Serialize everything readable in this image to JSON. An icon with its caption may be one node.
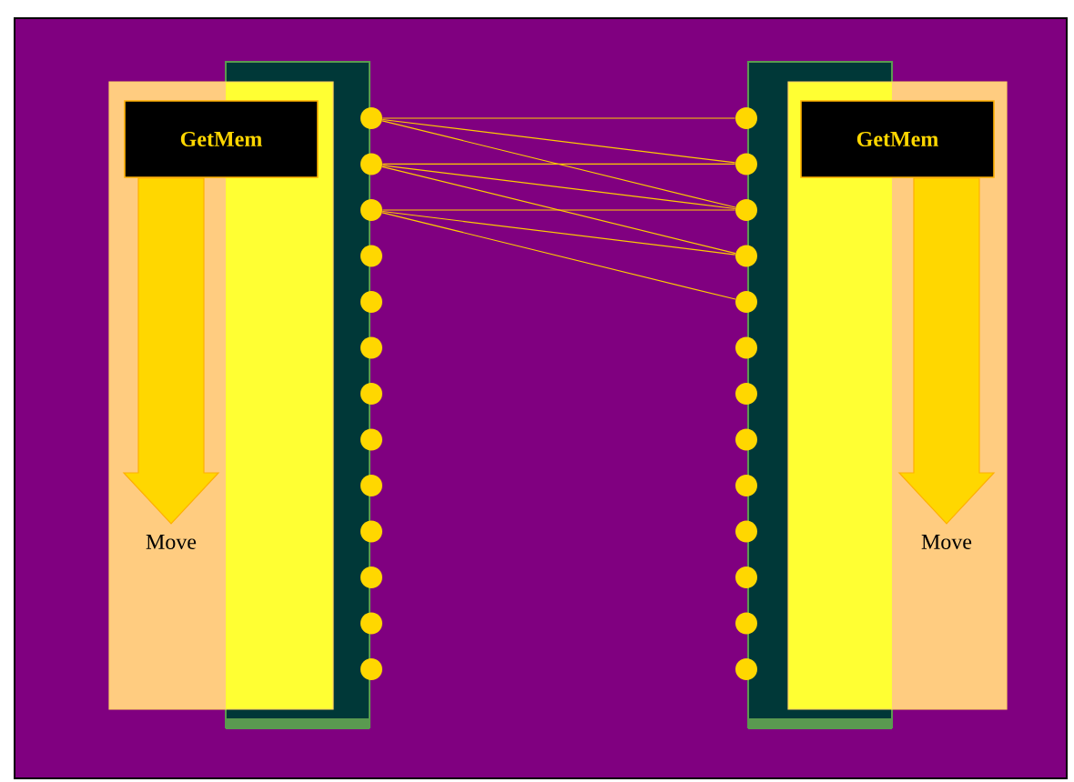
{
  "diagram": {
    "nodes": [
      {
        "text": [
          "GetMem"
        ]
      },
      {
        "text": [
          "GetMem"
        ]
      },
      {
        "text": [],
        "shape": "circle"
      },
      {
        "text": [],
        "shape": "circle"
      },
      {
        "text": [],
        "shape": "circle"
      },
      {
        "text": [],
        "shape": "circle"
      },
      {
        "text": [],
        "shape": "circle"
      },
      {
        "text": [],
        "shape": "circle"
      },
      {
        "text": [],
        "shape": "circle"
      },
      {
        "text": [],
        "shape": "circle"
      },
      {
        "text": [],
        "shape": "circle"
      },
      {
        "text": [],
        "shape": "circle"
      },
      {
        "text": [],
        "shape": "circle"
      },
      {
        "text": [],
        "shape": "circle"
      },
      {
        "text": [],
        "shape": "circle"
      },
      {
        "text": [],
        "shape": "circle"
      },
      {
        "text": [],
        "shape": "circle"
      },
      {
        "text": [],
        "shape": "circle"
      },
      {
        "text": [],
        "shape": "circle"
      },
      {
        "text": [],
        "shape": "circle"
      },
      {
        "text": [],
        "shape": "circle"
      },
      {
        "text": [],
        "shape": "circle"
      },
      {
        "text": [],
        "shape": "circle"
      },
      {
        "text": [],
        "shape": "circle"
      },
      {
        "text": [],
        "shape": "circle"
      },
      {
        "text": [],
        "shape": "circle"
      },
      {
        "text": [],
        "shape": "circle"
      },
      {
        "text": [],
        "shape": "circle"
      }
    ],
    "edges": [
      {
        "from": 2,
        "to": 15,
        "arrow": "none"
      },
      {
        "from": 2,
        "to": 16,
        "arrow": "none"
      },
      {
        "from": 2,
        "to": 17,
        "arrow": "none"
      },
      {
        "from": 3,
        "to": 16,
        "arrow": "none"
      },
      {
        "from": 3,
        "to": 17,
        "arrow": "none"
      },
      {
        "from": 3,
        "to": 18,
        "arrow": "none"
      },
      {
        "from": 4,
        "to": 17,
        "arrow": "none"
      },
      {
        "from": 4,
        "to": 18,
        "arrow": "none"
      },
      {
        "from": 4,
        "to": 19,
        "arrow": "none"
      }
    ],
    "labels": [
      "Move",
      "Move"
    ]
  }
}
